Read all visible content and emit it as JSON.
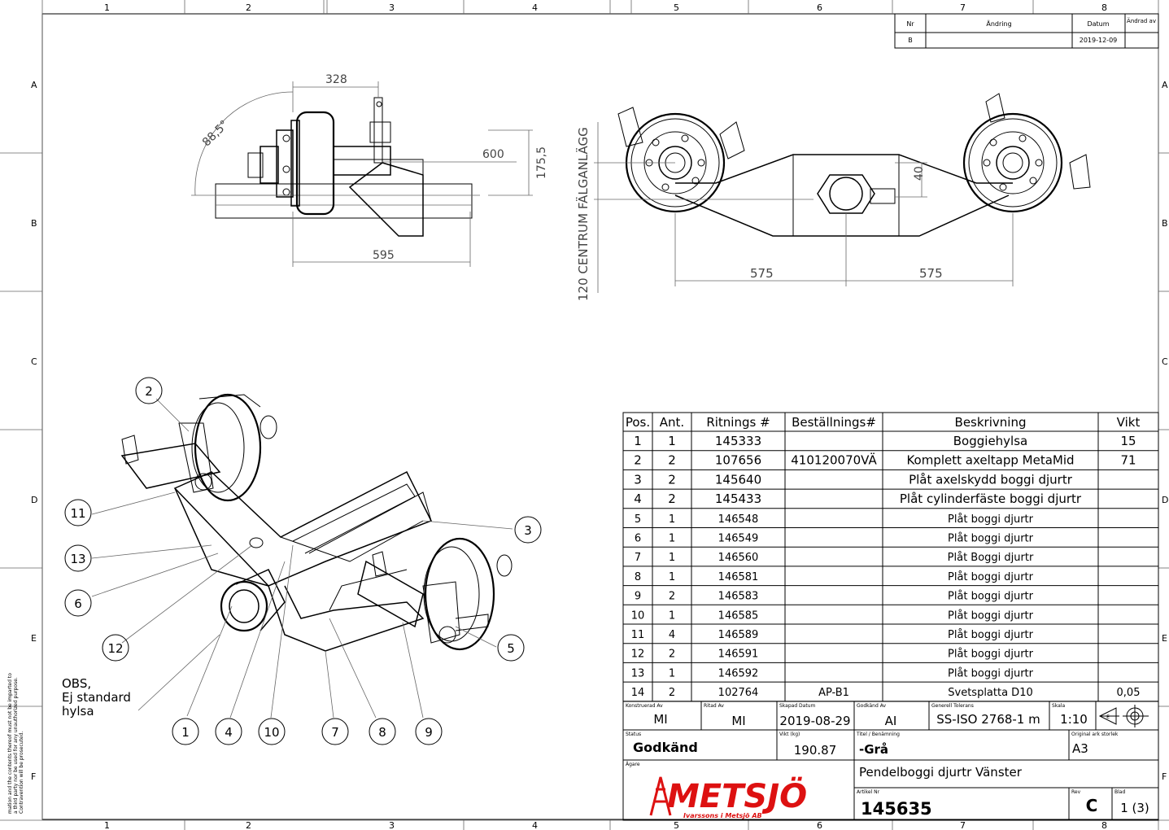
{
  "grid": {
    "columns": [
      "1",
      "2",
      "3",
      "4",
      "5",
      "6",
      "7",
      "8"
    ],
    "rows": [
      "A",
      "B",
      "C",
      "D",
      "E",
      "F"
    ]
  },
  "revision_table": {
    "headers": {
      "nr": "Nr",
      "change": "Ändring",
      "date": "Datum",
      "by": "Ändrad av"
    },
    "row": {
      "nr": "B",
      "change": "",
      "date": "2019-12-09",
      "by": ""
    }
  },
  "side_view": {
    "dim_328": "328",
    "dim_angle": "88,5°",
    "dim_600": "600",
    "dim_175": "175,5",
    "dim_595": "595"
  },
  "front_view": {
    "dim_vertical": "120 CENTRUM FÄLGANLÄGG",
    "dim_40": "40",
    "dim_left": "575",
    "dim_right": "575"
  },
  "iso_view": {
    "note_line1": "OBS,",
    "note_line2": "Ej standard",
    "note_line3": "hylsa",
    "balloons": {
      "b1": "1",
      "b2": "2",
      "b3": "3",
      "b4": "4",
      "b5": "5",
      "b6": "6",
      "b7": "7",
      "b8": "8",
      "b9": "9",
      "b10": "10",
      "b11": "11",
      "b12": "12",
      "b13": "13"
    }
  },
  "bom": {
    "headers": {
      "pos": "Pos.",
      "ant": "Ant.",
      "ritning": "Ritnings #",
      "best": "Beställnings#",
      "beskr": "Beskrivning",
      "vikt": "Vikt"
    },
    "rows": [
      {
        "pos": "1",
        "ant": "1",
        "ritning": "145333",
        "best": "",
        "beskr": "Boggiehylsa",
        "vikt": "15"
      },
      {
        "pos": "2",
        "ant": "2",
        "ritning": "107656",
        "best": "410120070VÄ",
        "beskr": "Komplett axeltapp MetaMid",
        "vikt": "71"
      },
      {
        "pos": "3",
        "ant": "2",
        "ritning": "145640",
        "best": "",
        "beskr": "Plåt axelskydd boggi djurtr",
        "vikt": ""
      },
      {
        "pos": "4",
        "ant": "2",
        "ritning": "145433",
        "best": "",
        "beskr": "Plåt cylinderfäste boggi djurtr",
        "vikt": ""
      },
      {
        "pos": "5",
        "ant": "1",
        "ritning": "146548",
        "best": "",
        "beskr": "Plåt boggi djurtr",
        "vikt": ""
      },
      {
        "pos": "6",
        "ant": "1",
        "ritning": "146549",
        "best": "",
        "beskr": "Plåt boggi djurtr",
        "vikt": ""
      },
      {
        "pos": "7",
        "ant": "1",
        "ritning": "146560",
        "best": "",
        "beskr": "Plåt Boggi djurtr",
        "vikt": ""
      },
      {
        "pos": "8",
        "ant": "1",
        "ritning": "146581",
        "best": "",
        "beskr": "Plåt boggi djurtr",
        "vikt": ""
      },
      {
        "pos": "9",
        "ant": "2",
        "ritning": "146583",
        "best": "",
        "beskr": "Plåt boggi djurtr",
        "vikt": ""
      },
      {
        "pos": "10",
        "ant": "1",
        "ritning": "146585",
        "best": "",
        "beskr": "Plåt boggi djurtr",
        "vikt": ""
      },
      {
        "pos": "11",
        "ant": "4",
        "ritning": "146589",
        "best": "",
        "beskr": "Plåt boggi djurtr",
        "vikt": ""
      },
      {
        "pos": "12",
        "ant": "2",
        "ritning": "146591",
        "best": "",
        "beskr": "Plåt boggi djurtr",
        "vikt": ""
      },
      {
        "pos": "13",
        "ant": "1",
        "ritning": "146592",
        "best": "",
        "beskr": "Plåt boggi djurtr",
        "vikt": ""
      },
      {
        "pos": "14",
        "ant": "2",
        "ritning": "102764",
        "best": "AP-B1",
        "beskr": "Svetsplatta D10",
        "vikt": "0,05"
      }
    ]
  },
  "title_block": {
    "konstruerad_label": "Konstruerad Av",
    "konstruerad": "MI",
    "ritad_label": "Ritad Av",
    "ritad": "MI",
    "skapad_label": "Skapad Datum",
    "skapad": "2019-08-29",
    "godkand_label": "Godkänd Av",
    "godkand_av": "AI",
    "tolerans_label": "Generell Tolerans",
    "tolerans": "SS-ISO 2768-1 m",
    "skala_label": "Skala",
    "skala": "1:10",
    "status_label": "Status",
    "status": "Godkänd",
    "vikt_label": "Vikt (kg)",
    "vikt": "190.87",
    "titel_label": "Titel / Benämning",
    "titel": "-Grå",
    "ark_label": "Original ark storlek",
    "ark": "A3",
    "agare_label": "Ägare",
    "benamning": "Pendelboggi djurtr Vänster",
    "artikel_label": "Artikel Nr",
    "artikel": "145635",
    "rev_label": "Rev",
    "rev": "C",
    "blad_label": "Blad",
    "blad": "1 (3)",
    "logo_text": "METSJÖ",
    "logo_sub": "Ivarssons i Metsjö AB",
    "projection_mark": "E"
  },
  "side_text": {
    "line1": "mation and the contents thereof must not be imparted to",
    "line2": "a third party nor be used for any unauthorized purpose.",
    "line3": "Contravention will be prosecuted."
  }
}
